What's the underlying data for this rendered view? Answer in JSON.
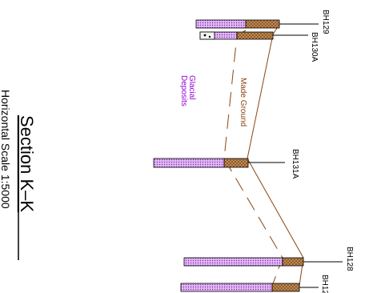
{
  "section": {
    "title": "Section  K–K",
    "scale": "Horizontal  Scale  1:5000"
  },
  "labels": {
    "made_ground": "Made  Ground",
    "glacial_line1": "Glacial",
    "glacial_line2": "Deposits"
  },
  "boreholes": [
    {
      "id": "BH129"
    },
    {
      "id": "BH130A"
    },
    {
      "id": "BH131A"
    },
    {
      "id": "BH128"
    },
    {
      "id": "BH12"
    }
  ],
  "colors": {
    "made_ground_line": "#8B4513",
    "glacial_line": "#8B4513",
    "glacial_label": "#9400D3",
    "made_ground_fill": "#C8935A",
    "glacial_fill": "#D9A7F5",
    "ink": "#000000"
  }
}
